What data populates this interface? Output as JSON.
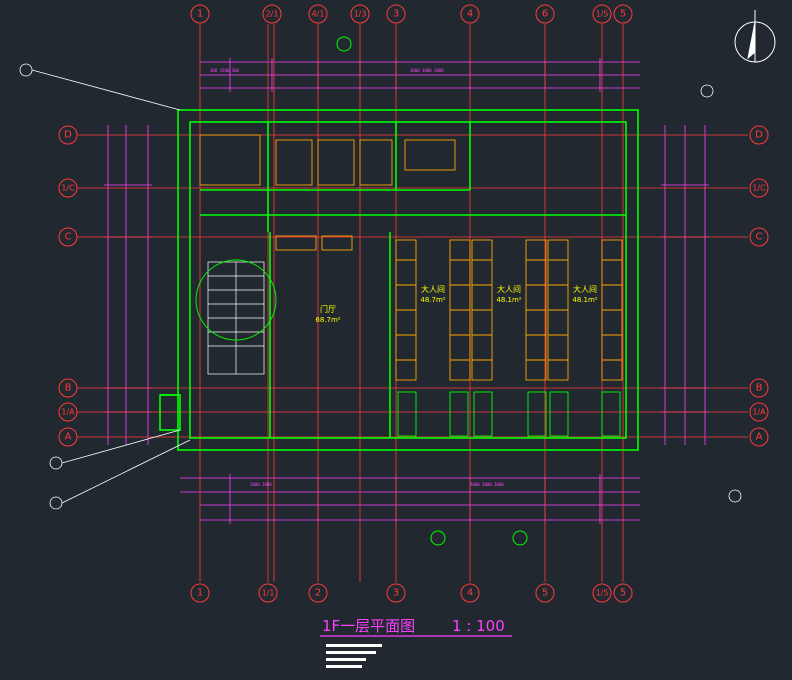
{
  "drawing": {
    "title": "1F一层平面图",
    "scale": "1 : 100",
    "rooms": [
      {
        "id": "r1",
        "label": "大人间",
        "area": "48.7m²"
      },
      {
        "id": "r2",
        "label": "大人间",
        "area": "48.1m²"
      },
      {
        "id": "r3",
        "label": "大人间",
        "area": "48.1m²"
      },
      {
        "id": "r4",
        "label": "门厅",
        "area": "68.7m²"
      }
    ],
    "axes_top": [
      "1",
      "2/1",
      "4/1",
      "1/3",
      "3",
      "4",
      "6",
      "1/5",
      "5"
    ],
    "axes_bottom": [
      "1",
      "1/1",
      "2",
      "3",
      "4",
      "5",
      "1/5",
      "5"
    ],
    "axes_left": [
      "D",
      "1/C",
      "C",
      "B",
      "1/A",
      "A"
    ],
    "axes_right": [
      "D",
      "1/C",
      "C",
      "B",
      "1/A",
      "A"
    ],
    "colors": {
      "background": "#212830",
      "axis": "#ff3a3a",
      "wall": "#00ff00",
      "dimension": "#ff40ff",
      "furniture": "#ffa500",
      "text": "#ffff00"
    }
  }
}
